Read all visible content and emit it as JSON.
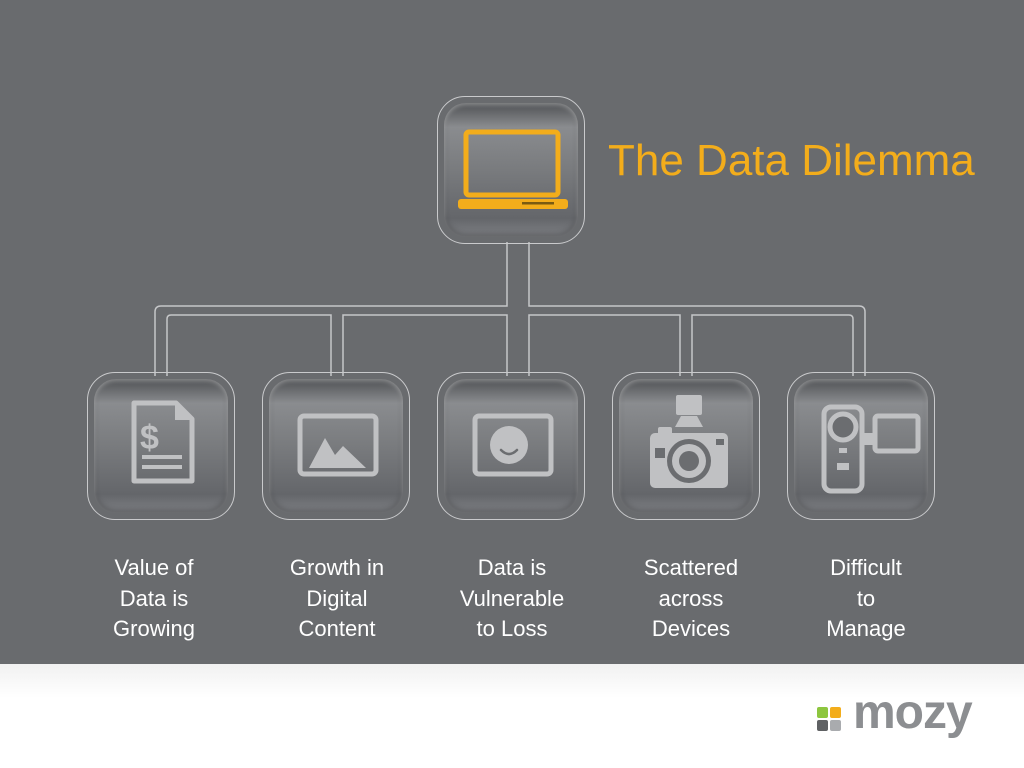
{
  "title": "The Data Dilemma",
  "colors": {
    "background": "#696b6e",
    "accent": "#f3ad1b",
    "icon": "#c0c1c3"
  },
  "hub": {
    "icon": "laptop-icon"
  },
  "items": [
    {
      "icon": "invoice-dollar-icon",
      "lines": [
        "Value of",
        "Data is",
        "Growing"
      ]
    },
    {
      "icon": "image-icon",
      "lines": [
        "Growth in",
        "Digital",
        "Content"
      ]
    },
    {
      "icon": "photo-face-icon",
      "lines": [
        "Data is",
        "Vulnerable",
        "to Loss"
      ]
    },
    {
      "icon": "camera-icon",
      "lines": [
        "Scattered",
        "across",
        "Devices"
      ]
    },
    {
      "icon": "camcorder-icon",
      "lines": [
        "Difficult",
        "to",
        "Manage"
      ]
    }
  ],
  "logo": {
    "text": "mozy"
  }
}
